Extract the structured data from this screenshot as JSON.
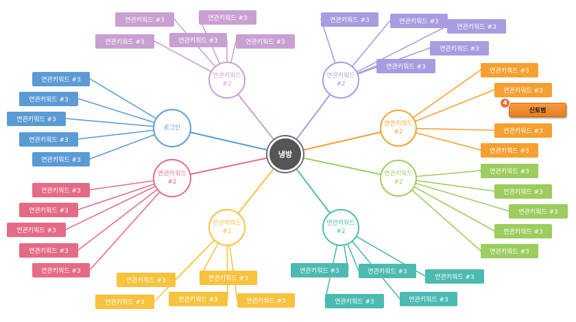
{
  "center": {
    "label": "냉방"
  },
  "branches": [
    {
      "id": "purple-left",
      "color": "#c9a0d2",
      "box_color": "#c9a0d2",
      "label": [
        "연관키워드",
        "#2"
      ],
      "children": [
        "연관키워드 #3",
        "연관키워드 #3",
        "연관키워드 #3",
        "연관키워드 #3",
        "연관키워드 #3"
      ]
    },
    {
      "id": "purple-right",
      "color": "#a99be0",
      "box_color": "#a99be0",
      "label": [
        "연관키워드",
        "#2"
      ],
      "children": [
        "연관키워드 #3",
        "연관키워드 #3",
        "연관키워드 #3",
        "연관키워드 #3",
        "연관키워드 #3"
      ]
    },
    {
      "id": "login",
      "color": "#5b9bd5",
      "box_color": "#5b9bd5",
      "label": [
        "로그인"
      ],
      "children": [
        "연관키워드 #3",
        "연관키워드 #3",
        "연관키워드 #3",
        "연관키워드 #3",
        "연관키워드 #3"
      ]
    },
    {
      "id": "orange",
      "color": "#f5a030",
      "box_color": "#f5a030",
      "label": [
        "연관키워드",
        "#2"
      ],
      "children": [
        "연관키워드 #3",
        "연관키워드 #3",
        "연관키워드 #3",
        "연관키워드 #3"
      ]
    },
    {
      "id": "pink",
      "color": "#e56b85",
      "box_color": "#e56b85",
      "label": [
        "연관키워드",
        "#2"
      ],
      "children": [
        "연관키워드 #3",
        "연관키워드 #3",
        "연관키워드 #3",
        "연관키워드 #3",
        "연관키워드 #3"
      ]
    },
    {
      "id": "green",
      "color": "#9dcc5f",
      "box_color": "#9dcc5f",
      "label": [
        "연관키워드",
        "#2"
      ],
      "children": [
        "연관키워드 #3",
        "연관키워드 #3",
        "연관키워드 #3",
        "연관키워드 #3",
        "연관키워드 #3"
      ]
    },
    {
      "id": "yellow",
      "color": "#f7c23e",
      "box_color": "#f7c23e",
      "label": [
        "연관키워드",
        "#2"
      ],
      "children": [
        "연관키워드 #3",
        "연관키워드 #3",
        "연관키워드 #3",
        "연관키워드 #3",
        "연관키워드 #3"
      ]
    },
    {
      "id": "teal",
      "color": "#4cbab0",
      "box_color": "#4cbab0",
      "label": [
        "연관키워드",
        "#2"
      ],
      "children": [
        "연관키워드 #3",
        "연관키워드 #3",
        "연관키워드 #3",
        "연관키워드 #3",
        "연관키워드 #3"
      ]
    }
  ],
  "highlight": {
    "label": "신토범",
    "marker": "4",
    "color": "#f07d1e"
  }
}
